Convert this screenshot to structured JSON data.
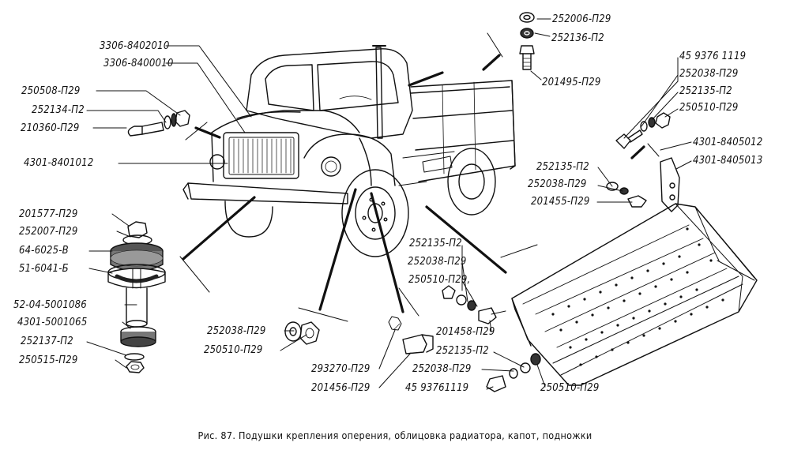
{
  "caption": "Рис. 87. Подушки крепления оперения, облицовка радиатора, капот, подножки",
  "labels": {
    "p3306_8402010": "3306-8402010",
    "p3306_8400010": "3306-8400010",
    "p250508": "250508-П29",
    "p252134": "252134-П2",
    "p210360": "210360-П29",
    "p4301_8401012": "4301-8401012",
    "p201577": "201577-П29",
    "p252007": "252007-П29",
    "p64_6025": "64-6025-В",
    "p51_6041": "51-6041-Б",
    "p52_04": "52-04-5001086",
    "p4301_5001065": "4301-5001065",
    "p252137": "252137-П2",
    "p250515": "250515-П29",
    "p252006": "252006-П29",
    "p252136": "252136-П2",
    "p201495": "201495-П29",
    "p459376_a": "45 9376 1119",
    "p252038_a": "252038-П29",
    "p252135_a": "252135-П2",
    "p250510_a": "250510-П29",
    "p4301_8405012": "4301-8405012",
    "p4301_8405013": "4301-8405013",
    "p252135_b": "252135-П2",
    "p252038_b": "252038-П29",
    "p201455": "201455-П29",
    "p252135_c": "252135-П2",
    "p252038_c": "252038-П29",
    "p250510_c": "250510-П29,",
    "p201458": "201458-П29",
    "p252135_d": "252135-П2",
    "p252038_d": "252038-П29",
    "p459376_d": "45 93761119",
    "p250510_d": "250510-П29",
    "p252038_e": "252038-П29",
    "p250510_e": "250510-П29",
    "p293270": "293270-П29",
    "p201456": "201456-П29"
  }
}
